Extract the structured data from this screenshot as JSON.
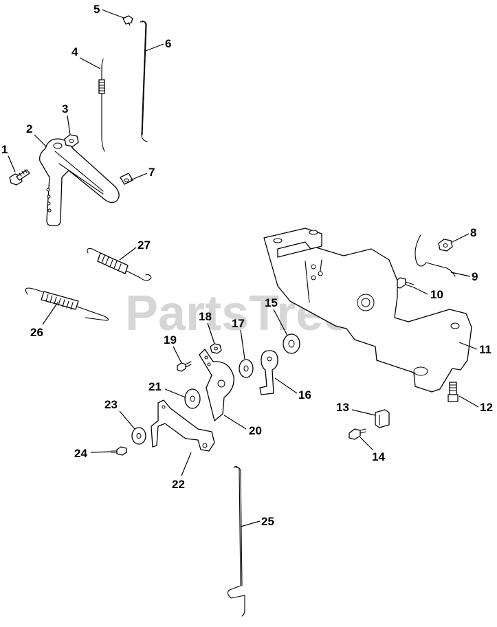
{
  "watermark": {
    "text": "PartsTree",
    "trademark": "™"
  },
  "callouts": [
    {
      "num": "1"
    },
    {
      "num": "2"
    },
    {
      "num": "3"
    },
    {
      "num": "4"
    },
    {
      "num": "5"
    },
    {
      "num": "6"
    },
    {
      "num": "7"
    },
    {
      "num": "8"
    },
    {
      "num": "9"
    },
    {
      "num": "10"
    },
    {
      "num": "11"
    },
    {
      "num": "12"
    },
    {
      "num": "13"
    },
    {
      "num": "14"
    },
    {
      "num": "15"
    },
    {
      "num": "16"
    },
    {
      "num": "17"
    },
    {
      "num": "18"
    },
    {
      "num": "19"
    },
    {
      "num": "20"
    },
    {
      "num": "21"
    },
    {
      "num": "22"
    },
    {
      "num": "23"
    },
    {
      "num": "24"
    },
    {
      "num": "25"
    },
    {
      "num": "26"
    },
    {
      "num": "27"
    }
  ],
  "colors": {
    "line": "#000000",
    "background": "#ffffff",
    "watermark": "#d6d6d6"
  }
}
